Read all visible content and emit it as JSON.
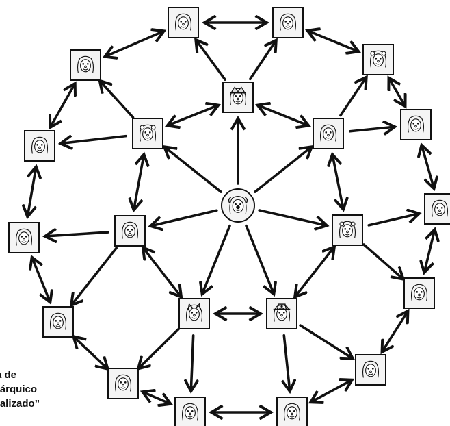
{
  "caption": {
    "lines": [
      "a de",
      "rárquico",
      "ralizado”"
    ]
  },
  "diagram": {
    "type": "network",
    "center": {
      "id": "center",
      "icon": "clown-face-icon"
    },
    "inner_ring": [
      {
        "id": "inner-top",
        "icon": "jester-face-icon"
      },
      {
        "id": "inner-upper-right",
        "icon": "face-icon"
      },
      {
        "id": "inner-right",
        "icon": "bear-face-icon"
      },
      {
        "id": "inner-lower-right",
        "icon": "hat-face-icon"
      },
      {
        "id": "inner-lower-left",
        "icon": "cat-face-icon"
      },
      {
        "id": "inner-left",
        "icon": "face-icon"
      },
      {
        "id": "inner-upper-left",
        "icon": "bear-face-icon"
      }
    ],
    "outer_ring": [
      {
        "id": "outer-1",
        "icon": "face-icon"
      },
      {
        "id": "outer-2",
        "icon": "face-icon"
      },
      {
        "id": "outer-3",
        "icon": "bear-face-icon"
      },
      {
        "id": "outer-4",
        "icon": "face-icon"
      },
      {
        "id": "outer-5",
        "icon": "face-icon"
      },
      {
        "id": "outer-6",
        "icon": "face-icon"
      },
      {
        "id": "outer-7",
        "icon": "face-icon"
      },
      {
        "id": "outer-8",
        "icon": "face-icon"
      },
      {
        "id": "outer-9",
        "icon": "face-icon"
      },
      {
        "id": "outer-10",
        "icon": "face-icon"
      },
      {
        "id": "outer-11",
        "icon": "face-icon"
      },
      {
        "id": "outer-12",
        "icon": "face-icon"
      },
      {
        "id": "outer-13",
        "icon": "face-icon"
      },
      {
        "id": "outer-14",
        "icon": "face-icon"
      }
    ],
    "arrow_color": "#111111",
    "frame_color": "#111111",
    "tile_color": "#f4f4f4"
  }
}
